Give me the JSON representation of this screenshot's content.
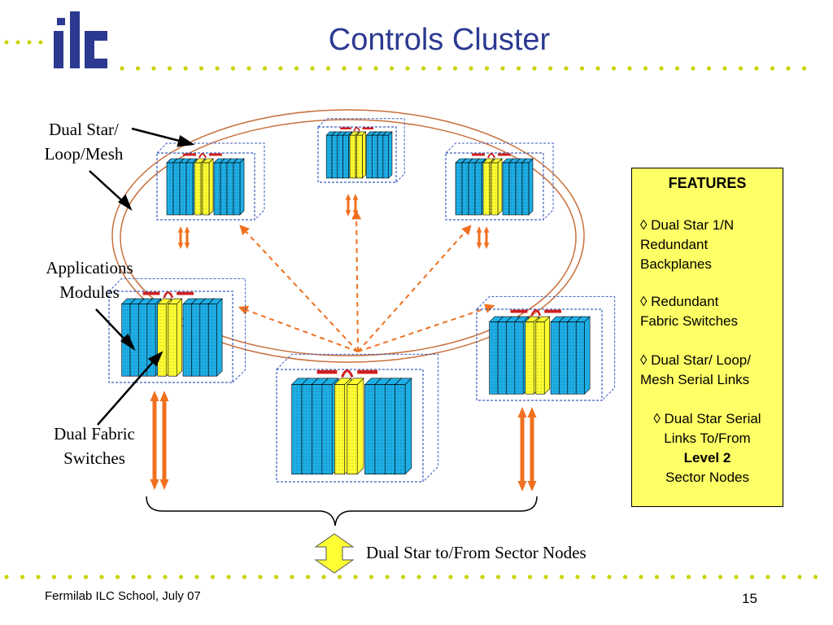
{
  "slide": {
    "title": "Controls Cluster",
    "logo_text": "ilc",
    "footer_left": "Fermilab ILC School, July 07",
    "page_number": "15"
  },
  "labels": {
    "dual_star_line1": "Dual Star/",
    "dual_star_line2": "Loop/Mesh",
    "apps_line1": "Applications",
    "apps_line2": "Modules",
    "fabric_line1": "Dual Fabric",
    "fabric_line2": "Switches",
    "bottom": "Dual Star to/From Sector Nodes"
  },
  "features": {
    "heading": "FEATURES",
    "item1_l1": "◊ Dual Star 1/N",
    "item1_l2": "Redundant",
    "item1_l3": "Backplanes",
    "item2_l1": "◊ Redundant",
    "item2_l2": "Fabric Switches",
    "item3_l1": "◊ Dual Star/ Loop/",
    "item3_l2": "Mesh Serial Links",
    "item4_l1": "◊ Dual Star Serial",
    "item4_l2": "Links To/From",
    "item4_l3": "Level 2",
    "item4_l4": "Sector Nodes"
  },
  "colors": {
    "title": "#2b3990",
    "logo": "#2b3990",
    "dots": "#c8d400",
    "module_blue": "#1eaee6",
    "switch_yellow": "#ffff33",
    "arrow_orange": "#f07020",
    "ring": "#c8703c",
    "features_bg": "#ffff66"
  }
}
